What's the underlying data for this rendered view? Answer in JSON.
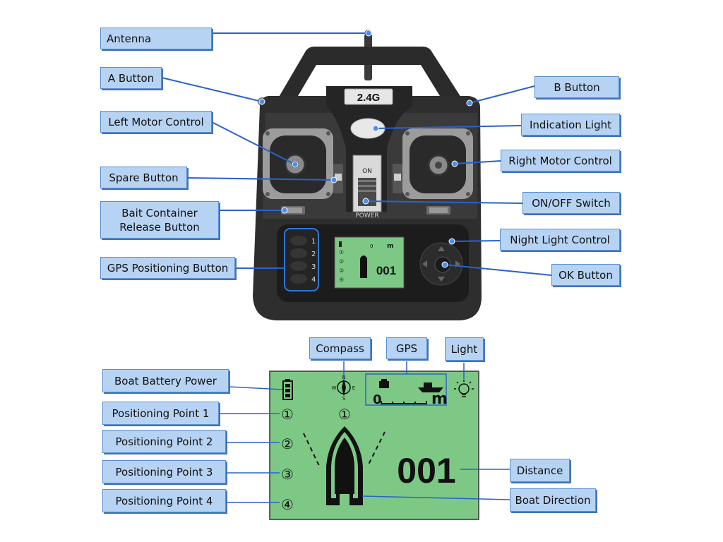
{
  "controller": {
    "band_label": "2.4G",
    "switch_on": "ON",
    "power_label": "POWER",
    "gps_buttons": [
      "1",
      "2",
      "3",
      "4"
    ],
    "mini_display_number": "001",
    "mini_display_m": "m",
    "mini_display_zero": "0",
    "mini_points": [
      "①",
      "②",
      "③",
      "④"
    ]
  },
  "labels": {
    "antenna": "Antenna",
    "a_button": "A Button",
    "b_button": "B Button",
    "left_motor": "Left Motor Control",
    "indication_light": "Indication Light",
    "right_motor": "Right Motor Control",
    "spare_button": "Spare Button",
    "onoff_switch": "ON/OFF Switch",
    "bait_release_line1": "Bait Container",
    "bait_release_line2": "Release Button",
    "night_light": "Night Light Control",
    "gps_button": "GPS Positioning Button",
    "ok_button": "OK Button",
    "compass": "Compass",
    "gps": "GPS",
    "light": "Light",
    "battery": "Boat Battery Power",
    "point1": "Positioning Point 1",
    "point2": "Positioning Point 2",
    "point3": "Positioning Point 3",
    "point4": "Positioning Point 4",
    "distance": "Distance",
    "boat_direction": "Boat Direction"
  },
  "screen": {
    "distance_value": "001",
    "unit": "m",
    "scale_zero": "0",
    "points": [
      "①",
      "②",
      "③",
      "④"
    ],
    "compass_top_point": "①",
    "compass_n": "N",
    "compass_s": "S",
    "compass_e": "E",
    "compass_w": "W",
    "bg_color": "#7ec886"
  }
}
